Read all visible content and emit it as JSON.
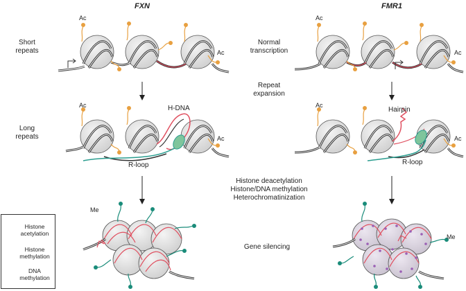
{
  "genes": {
    "left": "FXN",
    "right": "FMR1"
  },
  "row_labels": {
    "short": [
      "Short",
      "repeats"
    ],
    "long": [
      "Long",
      "repeats"
    ]
  },
  "center_labels": {
    "normal": [
      "Normal",
      "transcription"
    ],
    "expansion": [
      "Repeat",
      "expansion"
    ],
    "silencing_steps": [
      "Histone deacetylation",
      "Histone/DNA methylation",
      "Heterochromatinization"
    ],
    "silencing": "Gene silencing"
  },
  "annotations": {
    "ac": "Ac",
    "me": "Me",
    "h_dna": "H-DNA",
    "hairpin": "Hairpin",
    "r_loop": "R-loop"
  },
  "legend": {
    "histone_acetylation": [
      "Histone",
      "acetylation"
    ],
    "histone_methylation": [
      "Histone",
      "methylation"
    ],
    "dna_methylation": [
      "DNA",
      "methylation"
    ]
  },
  "colors": {
    "acetyl": "#e8a040",
    "methyl": "#1a8c7a",
    "dna_methyl": "#9b5fb5",
    "repeat": "#e05060",
    "rloop": "#2a9d8f",
    "nucleosome": "#e4e4e4"
  }
}
